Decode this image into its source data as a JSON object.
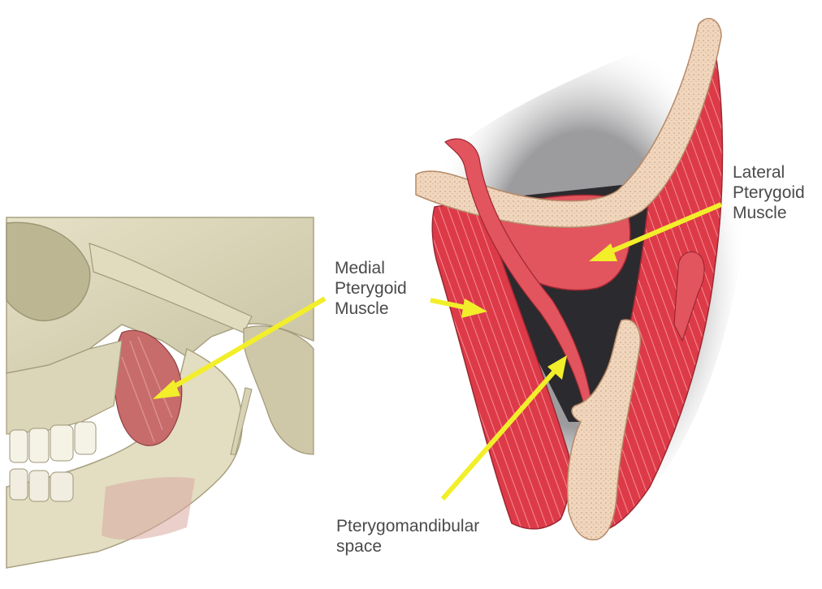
{
  "labels": {
    "medial": [
      "Medial",
      "Pterygoid",
      "Muscle"
    ],
    "lateral": [
      "Lateral",
      "Pterygoid",
      "Muscle"
    ],
    "space": [
      "Pterygomandibular",
      "space"
    ]
  },
  "colors": {
    "arrow": "#f2ef2a",
    "muscle": "#e0414f",
    "bone": "#f1d9c3",
    "cavity": "#2a2a2d",
    "skull": "#d8d3b6",
    "text": "#4a4a4a"
  }
}
